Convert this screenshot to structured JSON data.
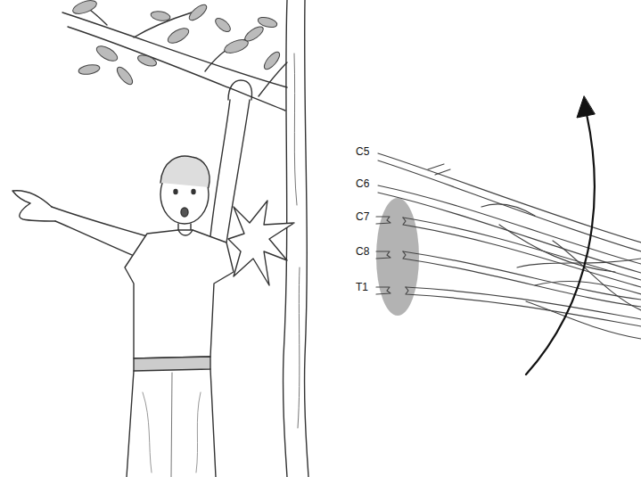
{
  "diagram": {
    "labels": [
      "C5",
      "C6",
      "C7",
      "C8",
      "T1"
    ]
  }
}
